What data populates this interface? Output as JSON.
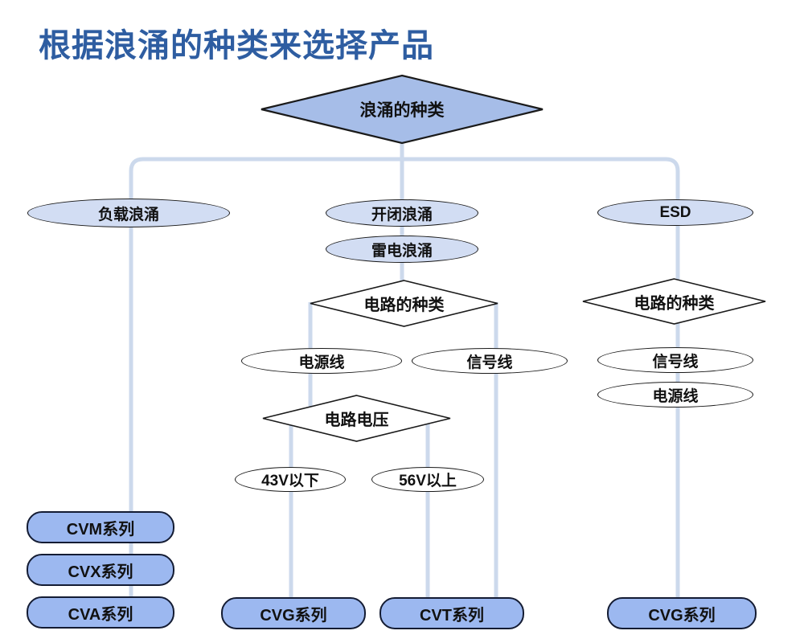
{
  "title": "根据浪涌的种类来选择产品",
  "colors": {
    "title_color": "#2e5da1",
    "root_fill": "#a6bde8",
    "surge_fill": "#d2ddf3",
    "product_fill": "#9cb8f0",
    "connector": "#ccd9ec",
    "stroke_dark": "#1a1a1a",
    "product_stroke": "#141c33"
  },
  "nodes": {
    "surge_type": "浪涌的种类",
    "load_surge": "负载浪涌",
    "switching_surge": "开闭浪涌",
    "lightning_surge": "雷电浪涌",
    "esd": "ESD",
    "circuit_type_mid": "电路的种类",
    "circuit_type_right": "电路的种类",
    "power_line_mid": "电源线",
    "signal_line_mid": "信号线",
    "signal_line_right": "信号线",
    "power_line_right": "电源线",
    "circuit_voltage": "电路电压",
    "under_43v": "43V以下",
    "over_56v": "56V以上",
    "cvm_series": "CVM系列",
    "cvx_series": "CVX系列",
    "cva_series": "CVA系列",
    "cvg_series_mid": "CVG系列",
    "cvt_series": "CVT系列",
    "cvg_series_right": "CVG系列"
  },
  "structure_note": "flowchart: surge_type -> [load_surge -> CVM/CVX/CVA] [switching_surge/lightning_surge -> circuit_type -> power_line -> circuit_voltage -> 43V以下 -> CVG / 56V以上 -> CVT ; signal_line -> CVT] [ESD -> circuit_type -> signal_line/power_line -> CVG]"
}
